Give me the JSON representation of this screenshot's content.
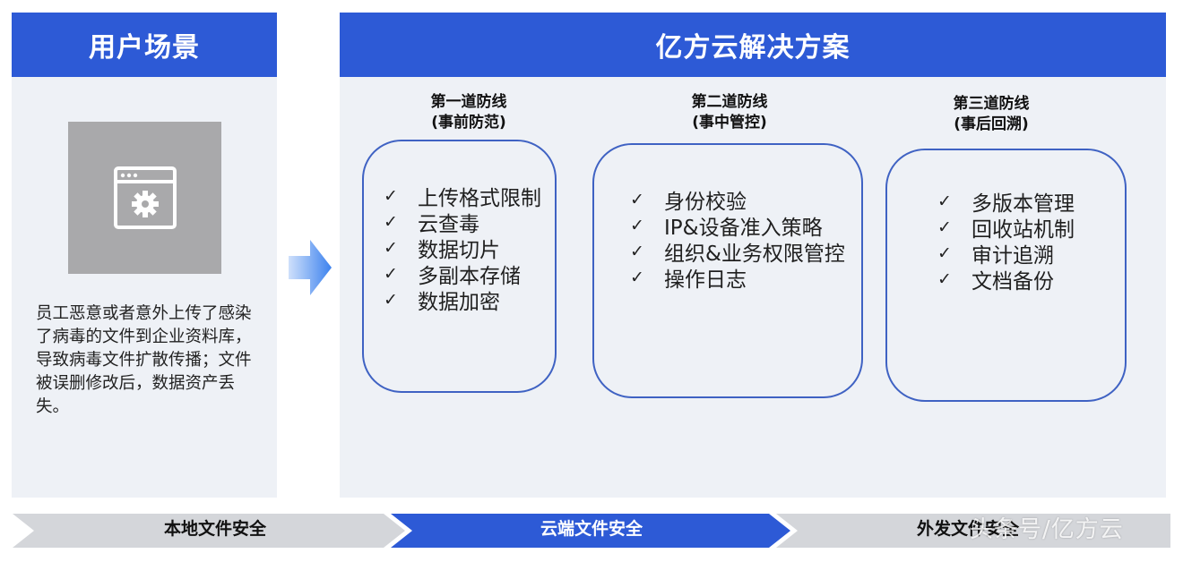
{
  "left": {
    "header": "用户场景",
    "scenario": "员工恶意或者意外上传了感染了病毒的文件到企业资料库，导致病毒文件扩散传播；文件被误删修改后，数据资产丢失。",
    "image_icon": "settings-window-icon"
  },
  "right": {
    "header": "亿方云解决方案",
    "lines": [
      {
        "title": "第一道防线",
        "subtitle": "(事前防范)",
        "items": [
          "上传格式限制",
          "云查毒",
          "数据切片",
          "多副本存储",
          "数据加密"
        ]
      },
      {
        "title": "第二道防线",
        "subtitle": "(事中管控)",
        "items": [
          "身份校验",
          "IP&设备准入策略",
          "组织&业务权限管控",
          "操作日志"
        ]
      },
      {
        "title": "第三道防线",
        "subtitle": "(事后回溯)",
        "items": [
          "多版本管理",
          "回收站机制",
          "审计追溯",
          "文档备份"
        ]
      }
    ],
    "check_mark": "✓"
  },
  "bottom_bar": [
    {
      "label": "本地文件安全",
      "color": "#d4d6da"
    },
    {
      "label": "云端文件安全",
      "color": "#2d5ad6"
    },
    {
      "label": "外发文件安全",
      "color": "#d4d6da"
    }
  ],
  "watermark": "头条号/亿方云",
  "colors": {
    "header_blue": "#2d5ad6",
    "panel_bg": "#eef1f6",
    "box_border": "#3f62c3",
    "arrow_blue": "#4a8df0"
  }
}
